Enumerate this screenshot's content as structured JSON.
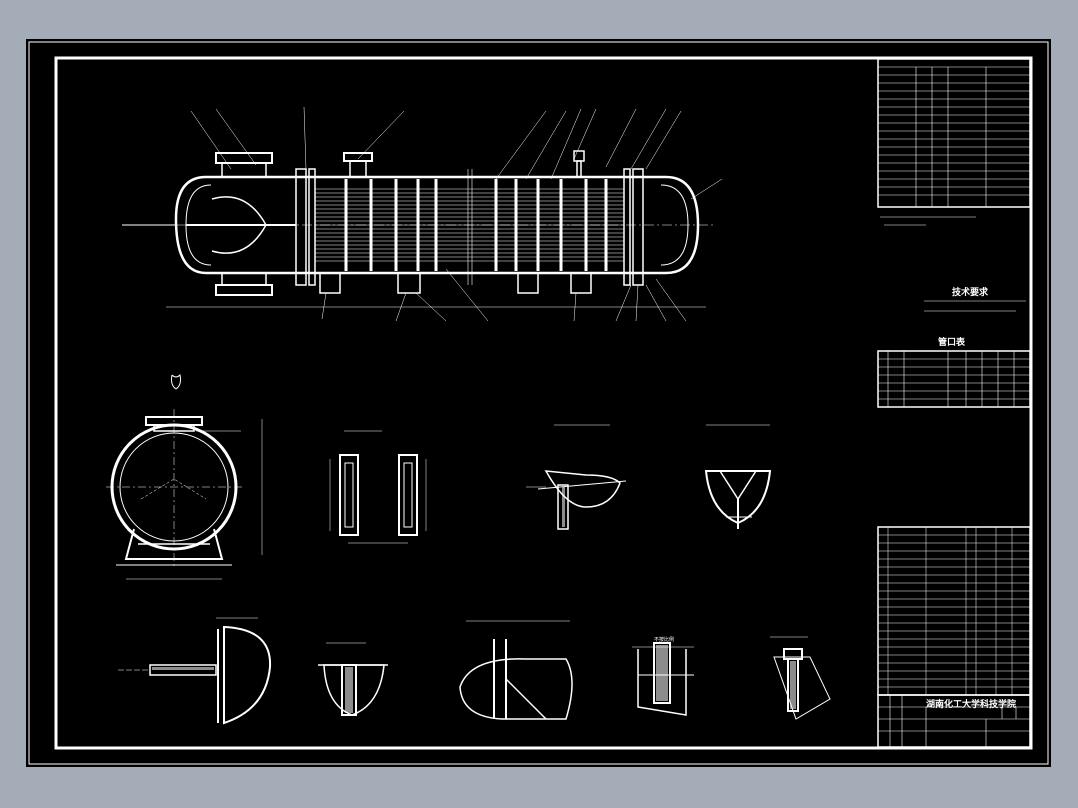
{
  "labels": {
    "tech_requirements": "技术要求",
    "nozzle_table": "管口表",
    "not_to_scale": "不按比例",
    "school": "湖南化工大学科技学院"
  },
  "colors": {
    "background": "#a4acb8",
    "canvas": "#000000",
    "line": "#ffffff"
  }
}
